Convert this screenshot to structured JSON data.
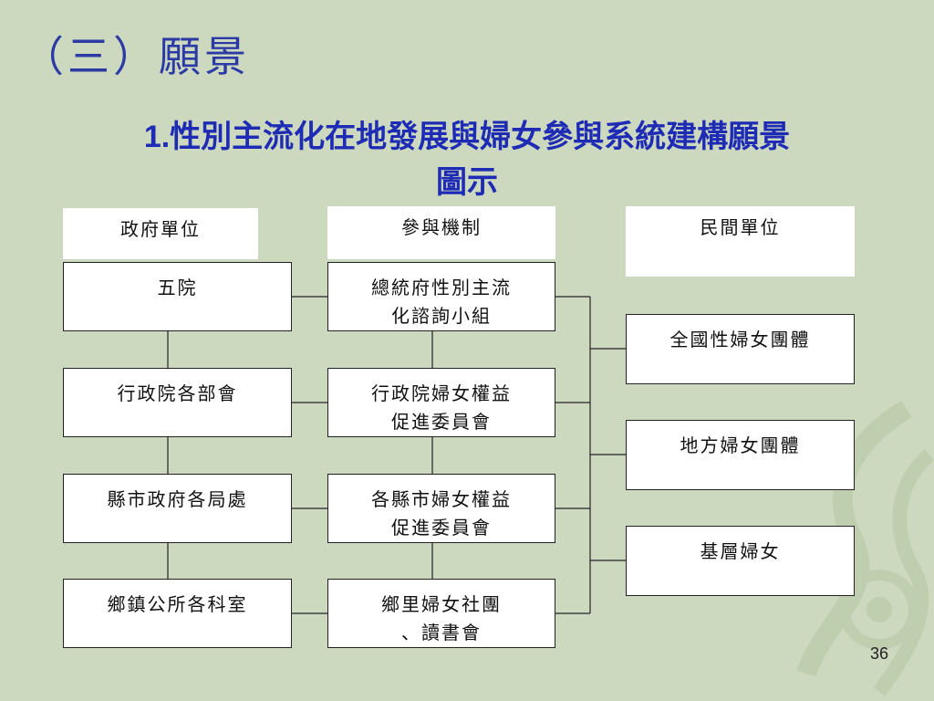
{
  "slide": {
    "heading": "（三）願景",
    "subtitle_number": "1.",
    "subtitle_line1": "性別主流化在地發展與婦女參與系統建構願景",
    "subtitle_line2": "圖示",
    "page_number": "36"
  },
  "columns": {
    "government": {
      "header": "政府單位",
      "items": [
        {
          "lines": [
            "五院"
          ]
        },
        {
          "lines": [
            "行政院各部會"
          ]
        },
        {
          "lines": [
            "縣市政府各局處"
          ]
        },
        {
          "lines": [
            "鄉鎮公所各科室"
          ]
        }
      ]
    },
    "mechanism": {
      "header": "參與機制",
      "items": [
        {
          "lines": [
            "總統府性別主流",
            "化諮詢小組"
          ]
        },
        {
          "lines": [
            "行政院婦女權益",
            "促進委員會"
          ]
        },
        {
          "lines": [
            "各縣市婦女權益",
            "促進委員會"
          ]
        },
        {
          "lines": [
            "鄉里婦女社團",
            "、讀書會"
          ]
        }
      ]
    },
    "civil": {
      "header": "民間單位",
      "items": [
        {
          "lines": [
            "全國性婦女團體"
          ]
        },
        {
          "lines": [
            "地方婦女團體"
          ]
        },
        {
          "lines": [
            "基層婦女"
          ]
        }
      ]
    }
  }
}
